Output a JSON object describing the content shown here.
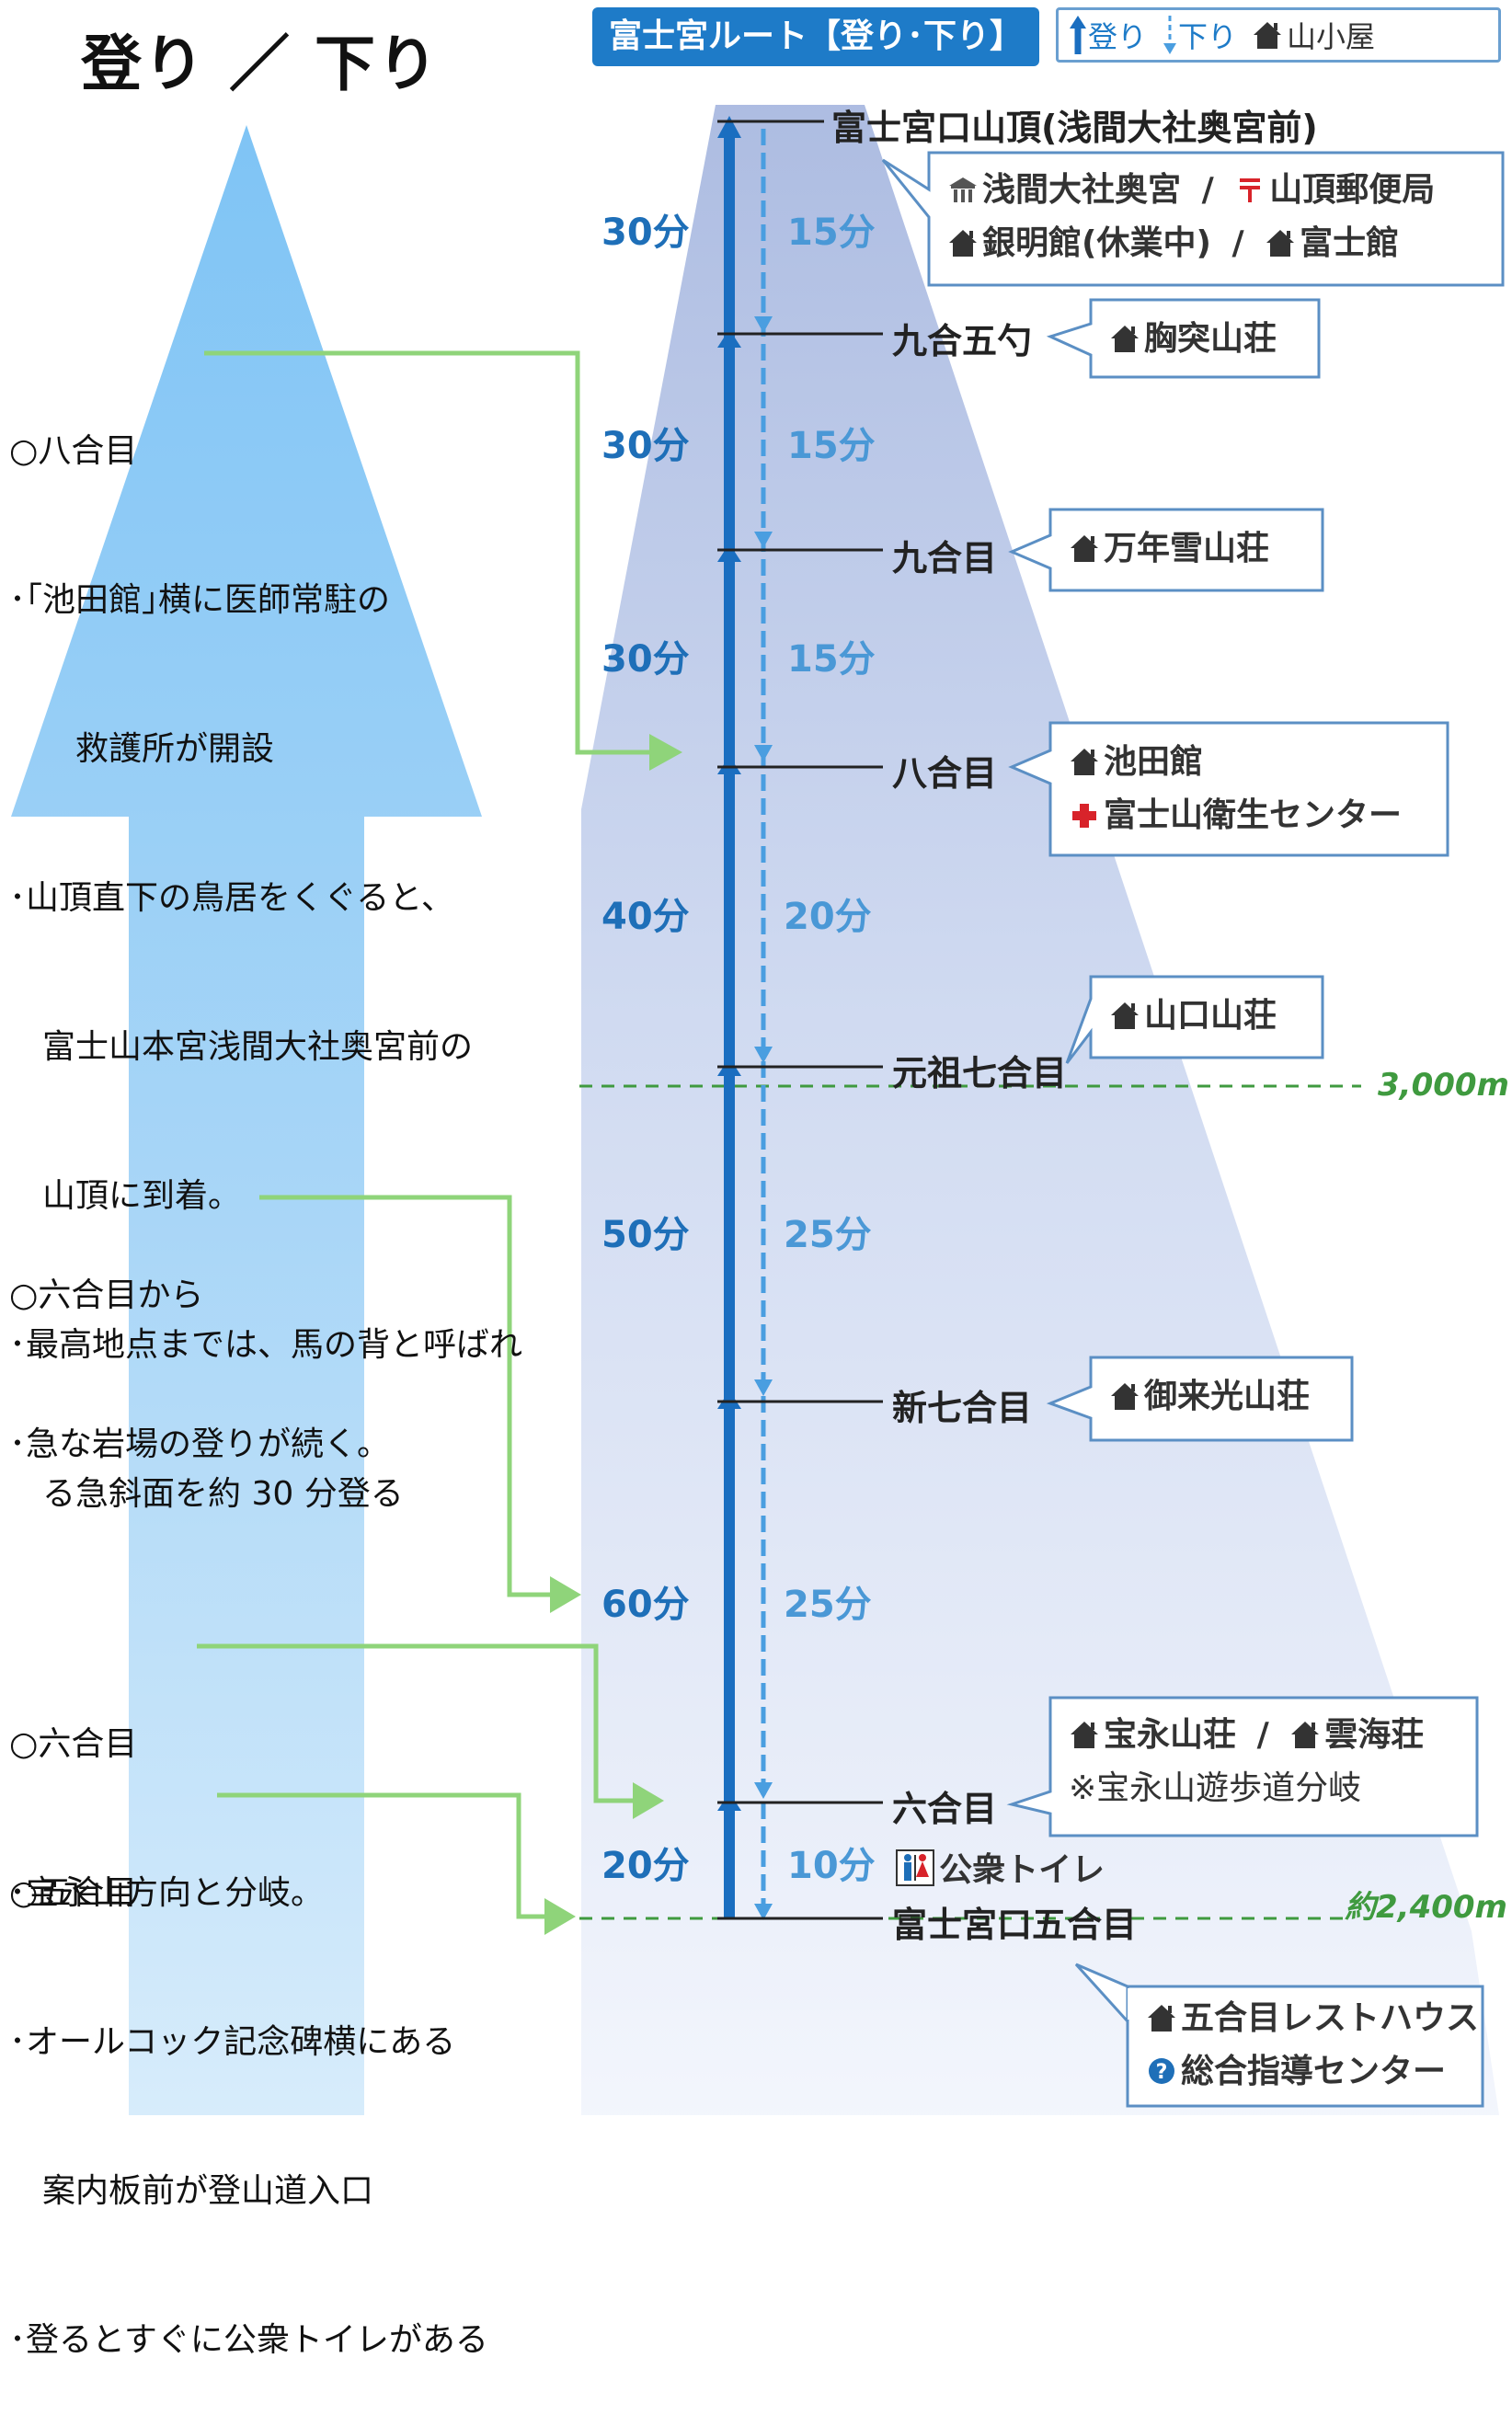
{
  "header": {
    "title": "登り ／ 下り",
    "route_badge": "富士宮ルート【登り･下り】",
    "legend": {
      "up": "登り",
      "down": "下り",
      "hut": "山小屋"
    }
  },
  "notes": [
    {
      "head": "○八合目",
      "items": [
        "･｢池田館｣横に医師常駐の",
        "　　救護所が開設",
        "･山頂直下の鳥居をくぐると、",
        "　富士山本宮浅間大社奥宮前の",
        "　山頂に到着。",
        "･最高地点までは、馬の背と呼ばれ",
        "　る急斜面を約 30 分登る"
      ]
    },
    {
      "head": "○六合目から",
      "items": [
        "･急な岩場の登りが続く。"
      ]
    },
    {
      "head": "○六合目",
      "items": [
        "･宝永山方向と分岐。"
      ]
    },
    {
      "head": "○五合目",
      "items": [
        "･オールコック記念碑横にある",
        "　案内板前が登山道入口",
        "･登るとすぐに公衆トイレがある"
      ]
    }
  ],
  "stations": {
    "summit": "富士宮口山頂(浅間大社奥宮前)",
    "s95": "九合五勺",
    "s9": "九合目",
    "s8": "八合目",
    "s7g": "元祖七合目",
    "s7n": "新七合目",
    "s6": "六合目",
    "s5": "富士宮口五合目"
  },
  "segments": [
    {
      "up": "30分",
      "down": "15分"
    },
    {
      "up": "30分",
      "down": "15分"
    },
    {
      "up": "30分",
      "down": "15分"
    },
    {
      "up": "40分",
      "down": "20分"
    },
    {
      "up": "50分",
      "down": "25分"
    },
    {
      "up": "60分",
      "down": "25分"
    },
    {
      "up": "20分",
      "down": "10分"
    }
  ],
  "altitudes": {
    "a3000": "3,000m",
    "a2400": "約2,400m"
  },
  "callouts": {
    "summit": {
      "line1a": "浅間大社奥宮",
      "line1b": "山頂郵便局",
      "line2a": "銀明館(休業中)",
      "line2b": "富士館",
      "sep": "/"
    },
    "s95": "胸突山荘",
    "s9": "万年雪山荘",
    "s8": {
      "line1": "池田館",
      "line2": "富士山衛生センター"
    },
    "s7g": "山口山荘",
    "s7n": "御来光山荘",
    "s6": {
      "line1a": "宝永山荘",
      "line1b": "雲海荘",
      "sep": "/",
      "line2": "※宝永山遊歩道分岐"
    },
    "toilet": "公衆トイレ",
    "s5": {
      "line1": "五合目レストハウス",
      "line2": "総合指導センター"
    }
  },
  "colors": {
    "badge": "#1e7bc8",
    "up_line": "#1a6ec0",
    "down_line": "#4a9ee0",
    "green_arrow": "#8fd47a",
    "altitude_line": "#3f9a3f",
    "callout_border": "#5b8fc4"
  }
}
